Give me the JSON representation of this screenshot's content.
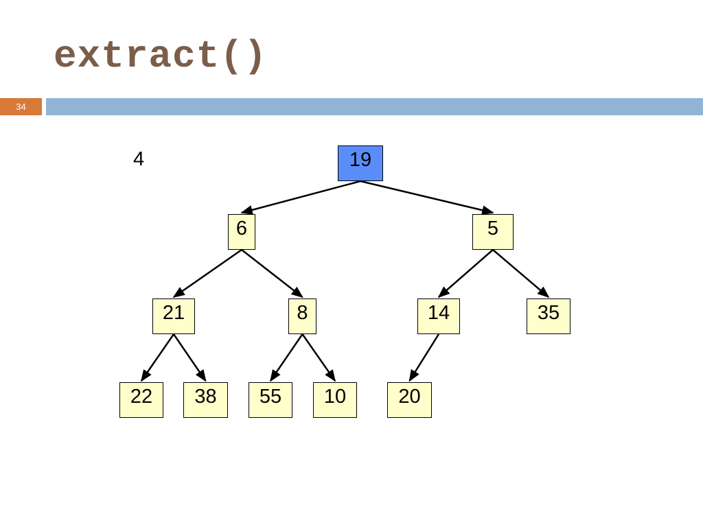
{
  "slide": {
    "title": "extract()",
    "number": "34",
    "side_value": "4",
    "colors": {
      "title": "#7a5d4a",
      "number_badge": "#d87938",
      "header_bar": "#92b4d4",
      "node_fill": "#ffffcc",
      "highlight_fill": "#5b8dfa"
    }
  },
  "tree": {
    "nodes": [
      {
        "id": "n19",
        "value": "19",
        "highlighted": true
      },
      {
        "id": "n6",
        "value": "6"
      },
      {
        "id": "n5",
        "value": "5"
      },
      {
        "id": "n21",
        "value": "21"
      },
      {
        "id": "n8",
        "value": "8"
      },
      {
        "id": "n14",
        "value": "14"
      },
      {
        "id": "n35",
        "value": "35"
      },
      {
        "id": "n22",
        "value": "22"
      },
      {
        "id": "n38",
        "value": "38"
      },
      {
        "id": "n55",
        "value": "55"
      },
      {
        "id": "n10",
        "value": "10"
      },
      {
        "id": "n20",
        "value": "20"
      }
    ],
    "edges": [
      [
        "n19",
        "n6"
      ],
      [
        "n19",
        "n5"
      ],
      [
        "n6",
        "n21"
      ],
      [
        "n6",
        "n8"
      ],
      [
        "n5",
        "n14"
      ],
      [
        "n5",
        "n35"
      ],
      [
        "n21",
        "n22"
      ],
      [
        "n21",
        "n38"
      ],
      [
        "n8",
        "n55"
      ],
      [
        "n8",
        "n10"
      ],
      [
        "n14",
        "n20"
      ]
    ]
  }
}
